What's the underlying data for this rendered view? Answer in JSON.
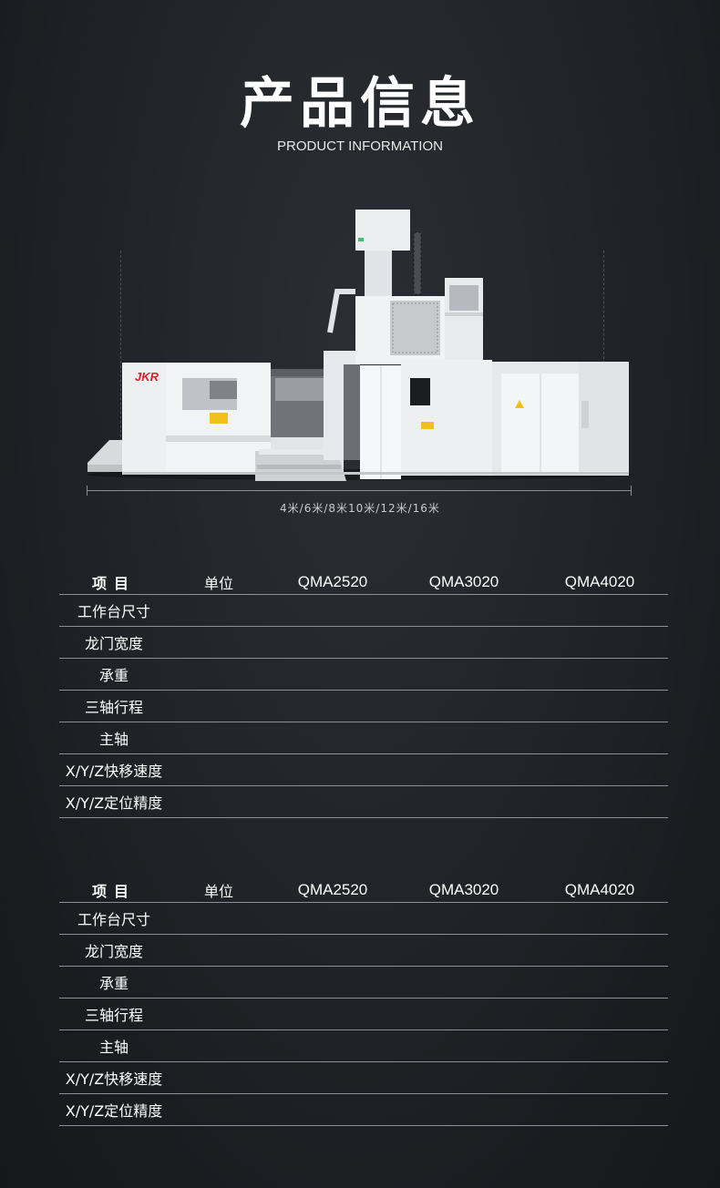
{
  "header": {
    "title": "产品信息",
    "subtitle": "PRODUCT INFORMATION"
  },
  "machine": {
    "logo_text": "JKR",
    "dimension_text": "4米/6米/8米10米/12米/16米"
  },
  "tables": [
    {
      "columns": [
        "项目",
        "单位",
        "QMA2520",
        "QMA3020",
        "QMA4020"
      ],
      "rows": [
        {
          "label": "工作台尺寸"
        },
        {
          "label": "龙门宽度"
        },
        {
          "label": "承重"
        },
        {
          "label": "三轴行程"
        },
        {
          "label": "主轴"
        },
        {
          "label": "X/Y/Z快移速度"
        },
        {
          "label": "X/Y/Z定位精度"
        }
      ]
    },
    {
      "columns": [
        "项目",
        "单位",
        "QMA2520",
        "QMA3020",
        "QMA4020"
      ],
      "rows": [
        {
          "label": "工作台尺寸"
        },
        {
          "label": "龙门宽度"
        },
        {
          "label": "承重"
        },
        {
          "label": "三轴行程"
        },
        {
          "label": "主轴"
        },
        {
          "label": "X/Y/Z快移速度"
        },
        {
          "label": "X/Y/Z定位精度"
        }
      ]
    }
  ],
  "colors": {
    "background": "#1f2226",
    "machine_white": "#e9eaec",
    "machine_grey": "#6b6e73",
    "accent_red": "#d8232a",
    "rule_line": "#8c8f95"
  }
}
